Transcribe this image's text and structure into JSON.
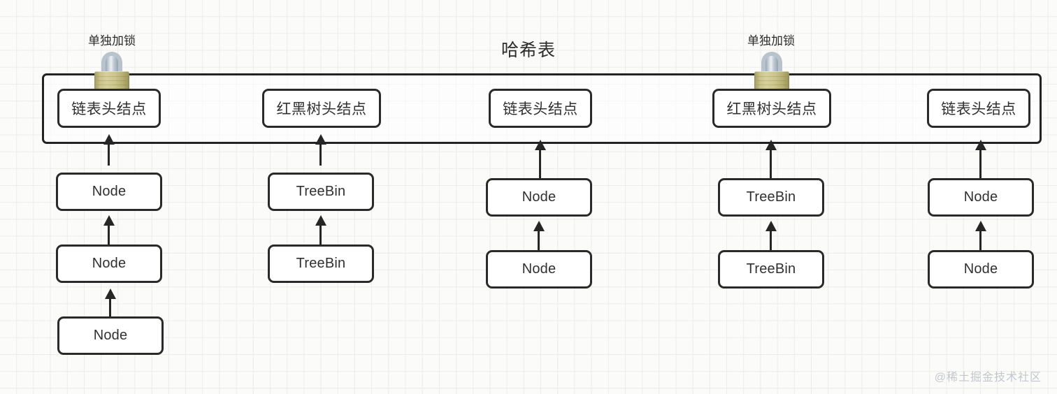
{
  "diagram": {
    "title": "哈希表",
    "watermark": "@稀土掘金技术社区",
    "colors": {
      "stroke": "#2a2a2a",
      "container_stroke": "#232323",
      "grid": "#ececea",
      "background": "#fbfbfa",
      "lock_body": "#cdc68d",
      "lock_shackle": "#b9c3cd",
      "watermark": "#c3c6cb"
    }
  },
  "locks": [
    {
      "label": "单独加锁",
      "column": 1
    },
    {
      "label": "单独加锁",
      "column": 4
    }
  ],
  "buckets": [
    {
      "head": "链表头结点",
      "chain": [
        "Node",
        "Node",
        "Node"
      ]
    },
    {
      "head": "红黑树头结点",
      "chain": [
        "TreeBin",
        "TreeBin"
      ]
    },
    {
      "head": "链表头结点",
      "chain": [
        "Node",
        "Node"
      ]
    },
    {
      "head": "红黑树头结点",
      "chain": [
        "TreeBin",
        "TreeBin"
      ]
    },
    {
      "head": "链表头结点",
      "chain": [
        "Node",
        "Node"
      ]
    }
  ]
}
